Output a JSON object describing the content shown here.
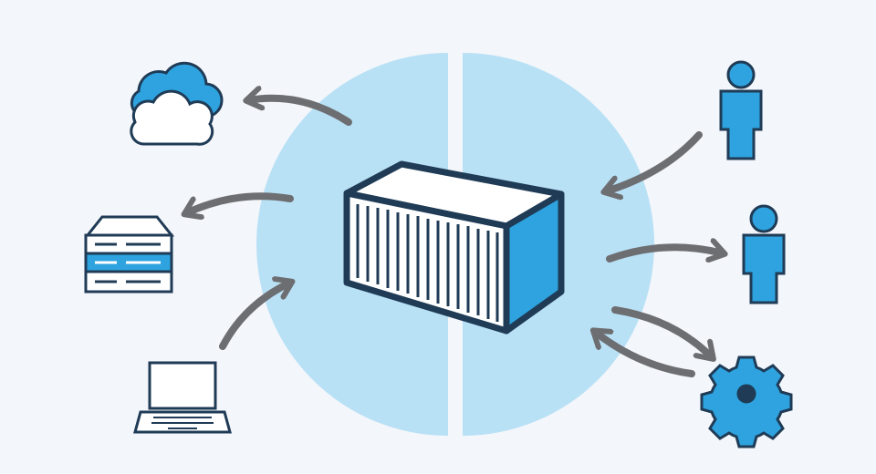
{
  "colors": {
    "background": "#f3f6fa",
    "halo": "#b9e1f6",
    "accent_blue": "#2ea3df",
    "outline": "#1f3b56",
    "arrow": "#6d6e71",
    "white": "#ffffff"
  },
  "center": {
    "name": "shipping-container",
    "icon": "container-icon"
  },
  "left_nodes": [
    {
      "name": "cloud",
      "icon": "cloud-icon"
    },
    {
      "name": "server-rack",
      "icon": "server-icon"
    },
    {
      "name": "laptop",
      "icon": "laptop-icon"
    }
  ],
  "right_nodes": [
    {
      "name": "user-1",
      "icon": "user-icon"
    },
    {
      "name": "user-2",
      "icon": "user-icon"
    },
    {
      "name": "settings-gear",
      "icon": "gear-icon"
    }
  ],
  "arrows": [
    {
      "name": "container-to-cloud",
      "direction": "outgoing"
    },
    {
      "name": "container-to-server",
      "direction": "outgoing"
    },
    {
      "name": "laptop-to-container",
      "direction": "incoming"
    },
    {
      "name": "user1-to-container",
      "direction": "incoming"
    },
    {
      "name": "container-to-user2",
      "direction": "outgoing"
    },
    {
      "name": "container-to-gear",
      "direction": "outgoing"
    },
    {
      "name": "gear-to-container",
      "direction": "incoming"
    }
  ]
}
